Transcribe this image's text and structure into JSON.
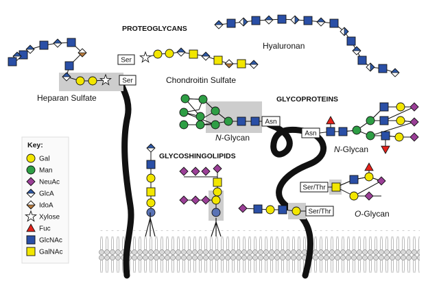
{
  "titles": {
    "proteoglycans": "PROTEOGLYCANS",
    "glycoproteins": "GLYCOPROTEINS",
    "glycosphingolipids": "GLYCOSHINGOLIPIDS"
  },
  "labels": {
    "hyaluronan": "Hyaluronan",
    "chondroitin": "Chondroitin Sulfate",
    "heparan": "Heparan Sulfate",
    "nglycan_left_italic": "N",
    "nglycan_left_rest": "-Glycan",
    "nglycan_right_italic": "N",
    "nglycan_right_rest": "-Glycan",
    "oglycan_italic": "O",
    "oglycan_rest": "-Glycan"
  },
  "boxes": {
    "ser_chondroitin": "Ser",
    "ser_heparan": "Ser",
    "asn_left": "Asn",
    "asn_right": "Asn",
    "serthr_top": "Ser/Thr",
    "serthr_bottom": "Ser/Thr"
  },
  "key": {
    "title": "Key:",
    "items": [
      {
        "label": "Gal",
        "shape": "circle",
        "color": "#f2e600"
      },
      {
        "label": "Man",
        "shape": "circle",
        "color": "#2e9e45"
      },
      {
        "label": "NeuAc",
        "shape": "diamond",
        "color": "#9b3f97"
      },
      {
        "label": "GlcA",
        "shape": "diamond-split",
        "color": "#2f5aa8"
      },
      {
        "label": "IdoA",
        "shape": "diamond-split-h",
        "color": "#b77a3c"
      },
      {
        "label": "Xylose",
        "shape": "star",
        "color": "#ffffff"
      },
      {
        "label": "Fuc",
        "shape": "triangle",
        "color": "#e3221b"
      },
      {
        "label": "GlcNAc",
        "shape": "square",
        "color": "#2a4fa6"
      },
      {
        "label": "GalNAc",
        "shape": "square",
        "color": "#f2e600"
      }
    ]
  },
  "colors": {
    "gal": "#f2e600",
    "man": "#2e9e45",
    "neuac": "#9b3f97",
    "glca": "#2f5aa8",
    "idoa": "#b77a3c",
    "fuc": "#e3221b",
    "glcnac": "#2a4fa6",
    "galnac": "#f2e600",
    "highlight": "#cfcfcf"
  }
}
